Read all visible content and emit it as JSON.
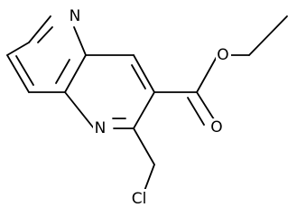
{
  "diagram": {
    "atoms": {
      "n1": "N",
      "n2": "N",
      "ether_o": "O",
      "carbonyl_o": "O",
      "cl": "Cl"
    },
    "colors": {
      "bond": "#000000",
      "label": "#000000",
      "background": "#ffffff"
    }
  }
}
